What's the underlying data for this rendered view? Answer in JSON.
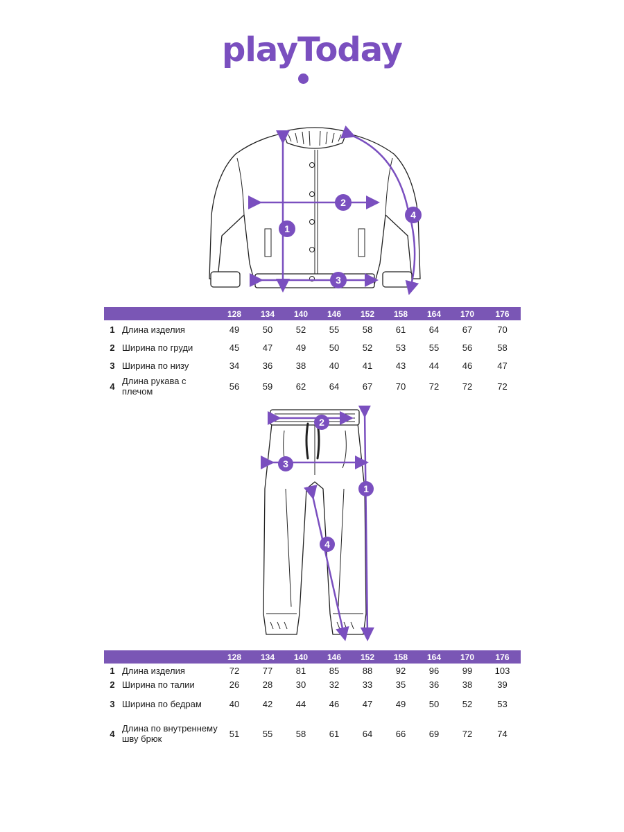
{
  "brand": {
    "logo_text": "playToday",
    "accent": "#7a4fbf"
  },
  "jacket": {
    "markers": [
      "1",
      "2",
      "3",
      "4"
    ],
    "sizes": [
      "128",
      "134",
      "140",
      "146",
      "152",
      "158",
      "164",
      "170",
      "176"
    ],
    "rows": [
      {
        "num": "1",
        "label": "Длина изделия",
        "values": [
          "49",
          "50",
          "52",
          "55",
          "58",
          "61",
          "64",
          "67",
          "70"
        ]
      },
      {
        "num": "2",
        "label": "Ширина по груди",
        "values": [
          "45",
          "47",
          "49",
          "50",
          "52",
          "53",
          "55",
          "56",
          "58"
        ]
      },
      {
        "num": "3",
        "label": "Ширина по низу",
        "values": [
          "34",
          "36",
          "38",
          "40",
          "41",
          "43",
          "44",
          "46",
          "47"
        ]
      },
      {
        "num": "4",
        "label": "Длина рукава с плечом",
        "values": [
          "56",
          "59",
          "62",
          "64",
          "67",
          "70",
          "72",
          "72",
          "72"
        ]
      }
    ]
  },
  "pants": {
    "markers": [
      "1",
      "2",
      "3",
      "4"
    ],
    "sizes": [
      "128",
      "134",
      "140",
      "146",
      "152",
      "158",
      "164",
      "170",
      "176"
    ],
    "rows": [
      {
        "num": "1",
        "label": "Длина изделия",
        "values": [
          "72",
          "77",
          "81",
          "85",
          "88",
          "92",
          "96",
          "99",
          "103"
        ]
      },
      {
        "num": "2",
        "label": "Ширина по талии",
        "values": [
          "26",
          "28",
          "30",
          "32",
          "33",
          "35",
          "36",
          "38",
          "39"
        ]
      },
      {
        "num": "3",
        "label": "Ширина по бедрам",
        "values": [
          "40",
          "42",
          "44",
          "46",
          "47",
          "49",
          "50",
          "52",
          "53"
        ]
      },
      {
        "num": "4",
        "label": "Длина по внутреннему шву брюк",
        "values": [
          "51",
          "55",
          "58",
          "61",
          "64",
          "66",
          "69",
          "72",
          "74"
        ]
      }
    ]
  }
}
